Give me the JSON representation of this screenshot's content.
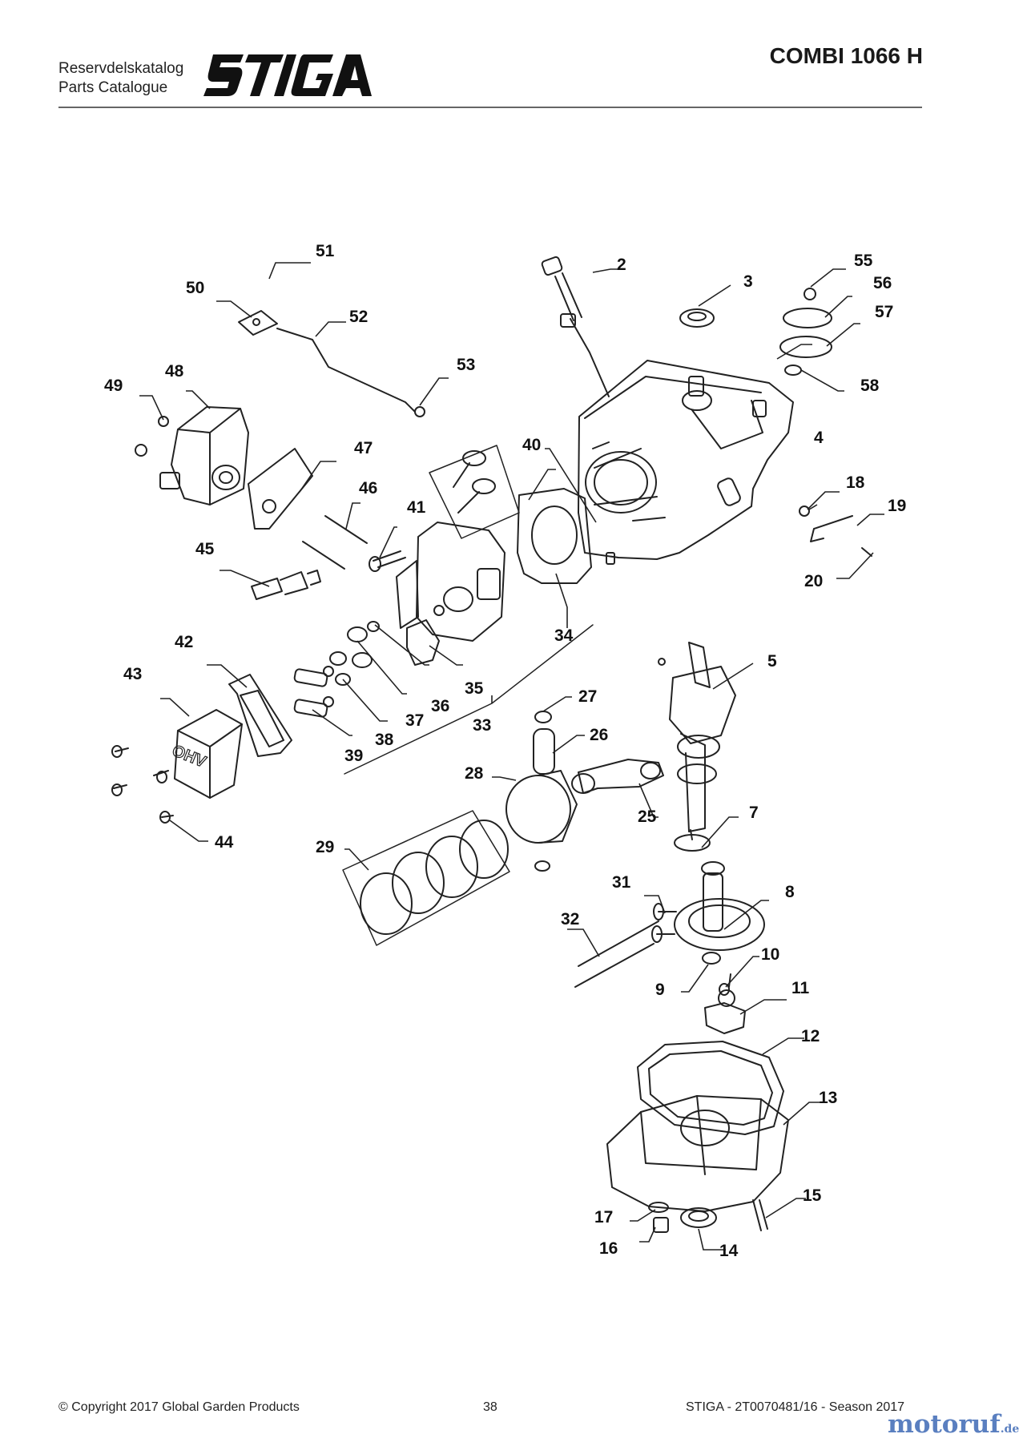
{
  "header": {
    "catalog_line1": "Reservdelskatalog",
    "catalog_line2": "Parts Catalogue",
    "brand": "STIGA",
    "model": "COMBI 1066 H"
  },
  "diagram": {
    "part_numbers": [
      "2",
      "3",
      "4",
      "5",
      "7",
      "8",
      "9",
      "10",
      "11",
      "12",
      "13",
      "14",
      "15",
      "16",
      "17",
      "18",
      "19",
      "20",
      "25",
      "26",
      "27",
      "28",
      "29",
      "31",
      "32",
      "33",
      "34",
      "35",
      "36",
      "37",
      "38",
      "39",
      "40",
      "41",
      "42",
      "43",
      "44",
      "45",
      "46",
      "47",
      "48",
      "49",
      "50",
      "51",
      "52",
      "53",
      "55",
      "56",
      "57",
      "58"
    ],
    "valve_cover_text": "OHV"
  },
  "footer": {
    "copyright": "© Copyright 2017 Global Garden Products",
    "page": "38",
    "doc": "STIGA - 2T0070481/16 - Season 2017"
  },
  "watermark": {
    "text": "motoruf",
    "suffix": ".de"
  }
}
